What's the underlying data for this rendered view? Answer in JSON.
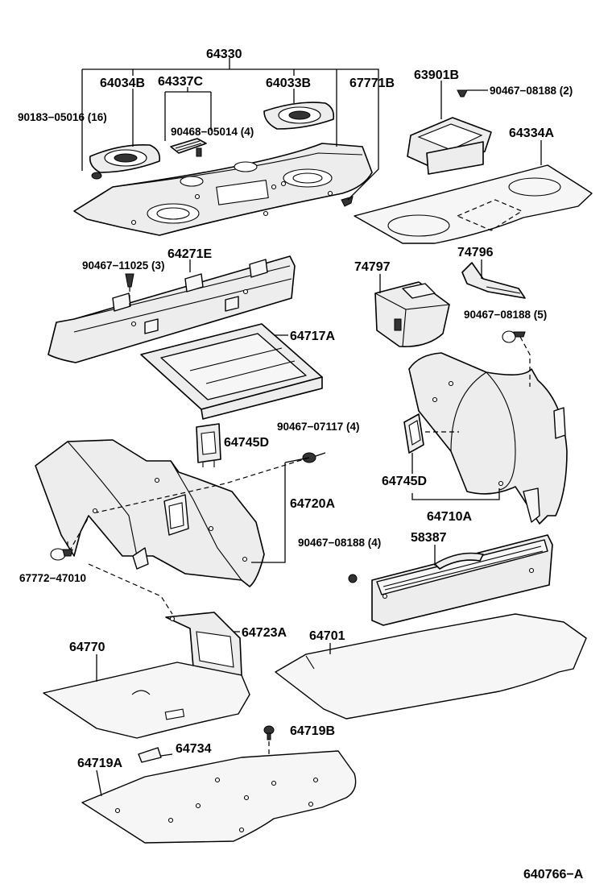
{
  "labels": {
    "p64330": "64330",
    "p64034b": "64034B",
    "p64337c": "64337C",
    "p64033b": "64033B",
    "p67771b": "67771B",
    "p63901b": "63901B",
    "p90467_08188_2": "90467−08188 (2)",
    "p90183_05016": "90183−05016 (16)",
    "p90468_05014": "90468−05014 (4)",
    "p64334a": "64334A",
    "p64271e": "64271E",
    "p90467_11025": "90467−11025 (3)",
    "p74797": "74797",
    "p74796": "74796",
    "p90467_08188_5": "90467−08188 (5)",
    "p64717a": "64717A",
    "p90467_07117": "90467−07117 (4)",
    "p64745d_left": "64745D",
    "p64745d_right": "64745D",
    "p64720a": "64720A",
    "p64710a": "64710A",
    "p90467_08188_4": "90467−08188 (4)",
    "p58387": "58387",
    "p67772_47010": "67772−47010",
    "p64723a": "64723A",
    "p64770": "64770",
    "p64701": "64701",
    "p64719b": "64719B",
    "p64734": "64734",
    "p64719a": "64719A",
    "diagram_code": "640766−A"
  }
}
